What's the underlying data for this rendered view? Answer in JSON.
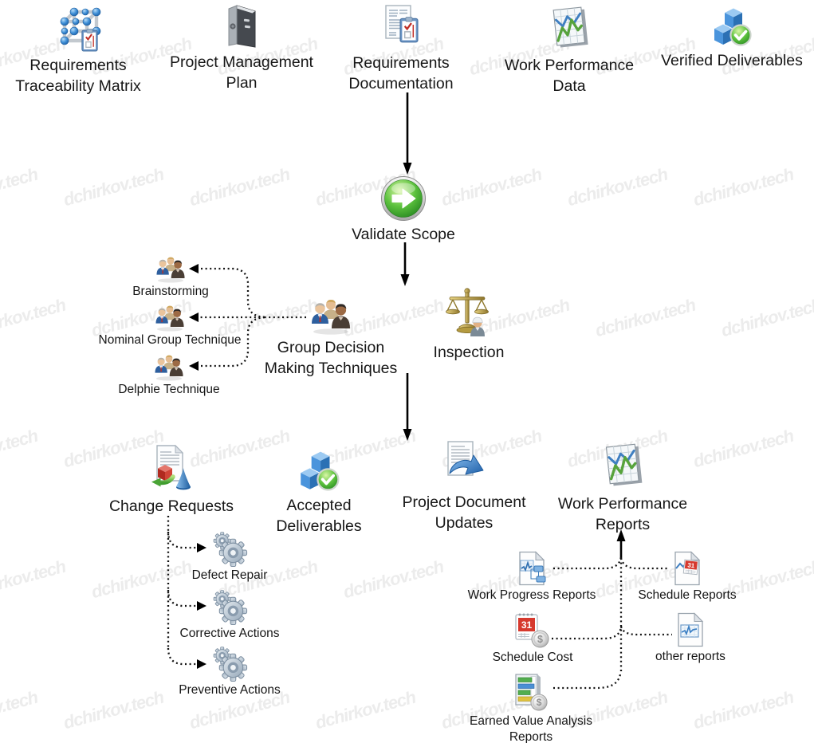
{
  "watermark": {
    "text": "dchirkov.tech",
    "color": "#ececec"
  },
  "icon_glyphs": {
    "calendar_day": "31",
    "currency": "$"
  },
  "nodes": {
    "rtm": {
      "lines": [
        "Requirements",
        "Traceability Matrix"
      ]
    },
    "pmp": {
      "lines": [
        "Project Management",
        "Plan"
      ]
    },
    "reqdoc": {
      "lines": [
        "Requirements",
        "Documentation"
      ]
    },
    "wpd": {
      "lines": [
        "Work Performance",
        "Data"
      ]
    },
    "verified": {
      "lines": [
        "Verified Deliverables"
      ]
    },
    "validate": {
      "lines": [
        "Validate Scope"
      ]
    },
    "gdmt": {
      "lines": [
        "Group Decision",
        "Making Techniques"
      ]
    },
    "inspection": {
      "lines": [
        "Inspection"
      ]
    },
    "brainstorming": {
      "lines": [
        "Brainstorming"
      ]
    },
    "nominal": {
      "lines": [
        "Nominal Group Technique"
      ]
    },
    "delphie": {
      "lines": [
        "Delphie Technique"
      ]
    },
    "change": {
      "lines": [
        "Change Requests"
      ]
    },
    "accepted": {
      "lines": [
        "Accepted",
        "Deliverables"
      ]
    },
    "pdu": {
      "lines": [
        "Project Document",
        "Updates"
      ]
    },
    "wpr": {
      "lines": [
        "Work Performance",
        "Reports"
      ]
    },
    "defect": {
      "lines": [
        "Defect Repair"
      ]
    },
    "corrective": {
      "lines": [
        "Corrective Actions"
      ]
    },
    "preventive": {
      "lines": [
        "Preventive Actions"
      ]
    },
    "progress": {
      "lines": [
        "Work Progress Reports"
      ]
    },
    "schedrep": {
      "lines": [
        "Schedule Reports"
      ]
    },
    "schedcost": {
      "lines": [
        "Schedule Cost"
      ]
    },
    "other": {
      "lines": [
        "other reports"
      ]
    },
    "eva": {
      "lines": [
        "Earned Value Analysis",
        "Reports"
      ]
    }
  }
}
